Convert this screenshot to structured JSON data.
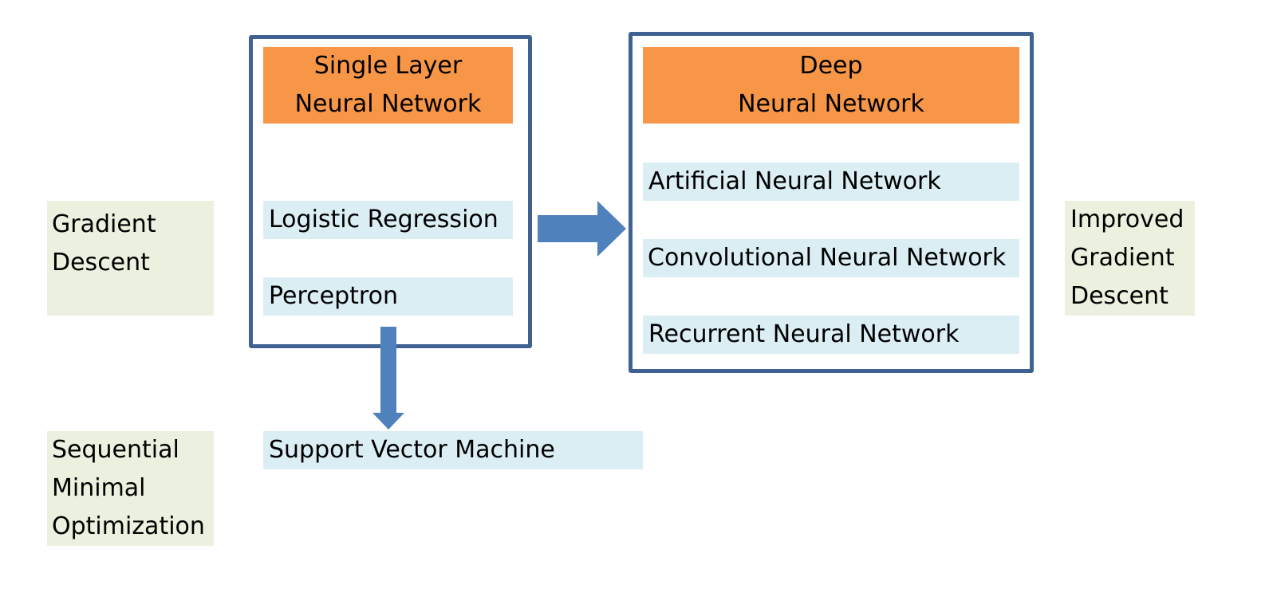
{
  "left_labels": {
    "gradient_descent": [
      "Gradient",
      "Descent"
    ],
    "smo": [
      "Sequential",
      "Minimal",
      "Optimization"
    ]
  },
  "right_label": [
    "Improved",
    "Gradient",
    "Descent"
  ],
  "single_layer": {
    "title": [
      "Single Layer",
      "Neural Network"
    ],
    "items": [
      "Logistic Regression",
      "Perceptron"
    ]
  },
  "deep": {
    "title": [
      "Deep",
      "Neural Network"
    ],
    "items": [
      "Artificial Neural Network",
      "Convolutional Neural Network",
      "Recurrent Neural Network"
    ]
  },
  "svm": "Support Vector Machine",
  "colors": {
    "frame": "#3f6293",
    "arrow": "#4f81bd",
    "header": "#f79646",
    "item": "#dbeef4",
    "side_label": "#ebf1de"
  }
}
